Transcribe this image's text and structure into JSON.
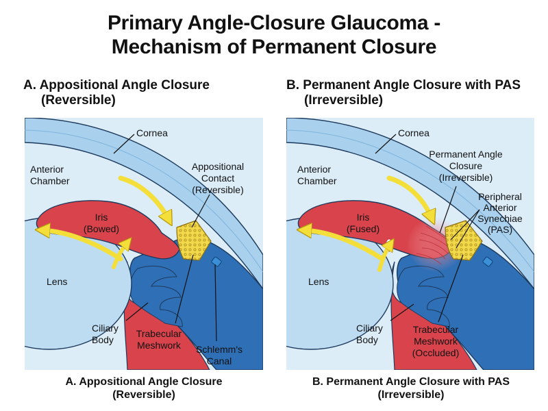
{
  "title": {
    "line1": "Primary Angle-Closure Glaucoma -",
    "line2": "Mechanism of Permanent Closure"
  },
  "panel_a": {
    "heading_line1": "A. Appositional Angle Closure",
    "heading_line2": "(Reversible)",
    "labels": {
      "cornea": "Cornea",
      "anterior_l1": "Anterior",
      "anterior_l2": "Chamber",
      "iris_l1": "Iris",
      "iris_l2": "(Bowed)",
      "contact_l1": "Appositional",
      "contact_l2": "Contact",
      "contact_l3": "(Reversible)",
      "lens": "Lens",
      "ciliary_l1": "Ciliary",
      "ciliary_l2": "Body",
      "trab_l1": "Trabecular",
      "trab_l2": "Meshwork",
      "schlemm_l1": "Schlemm's",
      "schlemm_l2": "Canal"
    },
    "caption_line1": "A. Appositional Angle Closure",
    "caption_line2": "(Reversible)"
  },
  "panel_b": {
    "heading_line1": "B. Permanent Angle Closure with PAS",
    "heading_line2": "(Irreversible)",
    "labels": {
      "cornea": "Cornea",
      "anterior_l1": "Anterior",
      "anterior_l2": "Chamber",
      "iris_l1": "Iris",
      "iris_l2": "(Fused)",
      "perm_l1": "Permanent Angle",
      "perm_l2": "Closure",
      "perm_l3": "(Irreversible)",
      "pas_l1": "Peripheral",
      "pas_l2": "Anterior",
      "pas_l3": "Synechiae",
      "pas_l4": "(PAS)",
      "lens": "Lens",
      "ciliary_l1": "Ciliary",
      "ciliary_l2": "Body",
      "trab_l1": "Trabecular",
      "trab_l2": "Meshwork",
      "trab_l3": "(Occluded)"
    },
    "caption_line1": "B. Permanent Angle Closure with PAS",
    "caption_line2": "(Irreversible)"
  },
  "colors": {
    "cornea": "#a9d0ec",
    "cornea_inner": "#cfe5f5",
    "chamber": "#dcedf8",
    "lens": "#bddcf2",
    "iris": "#d9444c",
    "sclera_blue": "#2f6fb6",
    "meshwork": "#f2d84b",
    "arrow": "#f4df3a",
    "outline": "#1d3a5c"
  }
}
